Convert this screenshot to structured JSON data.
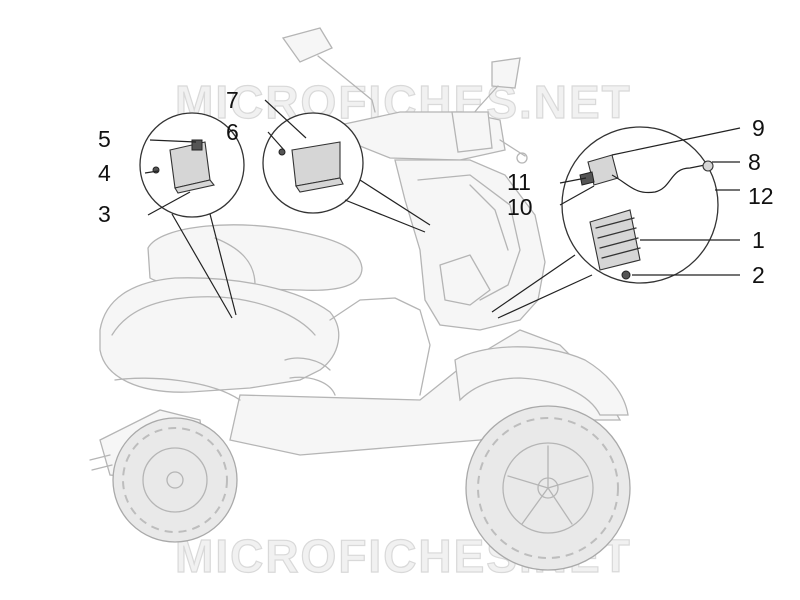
{
  "watermarks": {
    "top": "MICROFICHES.NET",
    "bottom": "MICROFICHES.NET"
  },
  "callouts": {
    "n1": "1",
    "n2": "2",
    "n3": "3",
    "n4": "4",
    "n5": "5",
    "n6": "6",
    "n7": "7",
    "n8": "8",
    "n9": "9",
    "n10": "10",
    "n11": "11",
    "n12": "12"
  },
  "colors": {
    "outline": "#b5b5b5",
    "leader": "#222222",
    "watermark": "#d9d9d9"
  }
}
